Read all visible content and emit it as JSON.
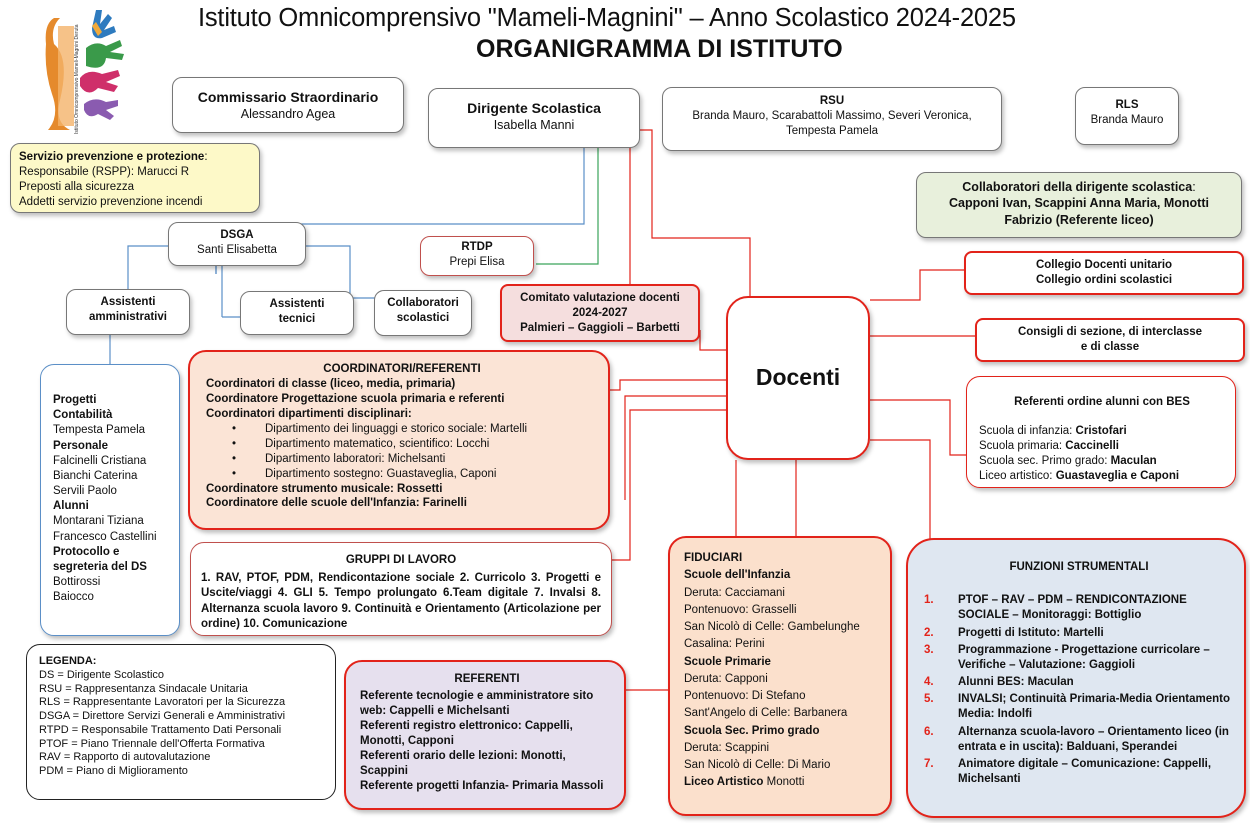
{
  "header": {
    "title": "Istituto Omnicomprensivo \"Mameli-Magnini\" – Anno Scolastico 2024-2025",
    "subtitle": "ORGANIGRAMMA DI ISTITUTO",
    "logo_text": "Istituto Omnicomprensivo Mameli-Magnini Deruta"
  },
  "commissario": {
    "title": "Commissario Straordinario",
    "name": "Alessandro Agea"
  },
  "dirigente": {
    "title": "Dirigente Scolastica",
    "name": "Isabella Manni"
  },
  "rsu": {
    "title": "RSU",
    "names": "Branda Mauro, Scarabattoli Massimo, Severi Veronica, Tempesta Pamela"
  },
  "rls": {
    "title": "RLS",
    "name": "Branda Mauro"
  },
  "spp": {
    "title": "Servizio prevenzione e protezione",
    "lines": [
      "Responsabile (RSPP): Marucci R",
      "Preposti alla sicurezza",
      "Addetti servizio prevenzione incendi"
    ]
  },
  "collaboratori_ds": {
    "title": "Collaboratori della dirigente scolastica",
    "names": "Capponi Ivan, Scappini Anna Maria, Monotti Fabrizio (Referente liceo)"
  },
  "dsga": {
    "title": "DSGA",
    "name": "Santi Elisabetta"
  },
  "rtdp": {
    "title": "RTDP",
    "name": "Prepi Elisa"
  },
  "comitato": {
    "line1": "Comitato valutazione docenti",
    "line2": "2024-2027",
    "line3": "Palmieri – Gaggioli – Barbetti"
  },
  "assistenti_amm": {
    "line1": "Assistenti",
    "line2": "amministrativi"
  },
  "assistenti_tec": {
    "line1": "Assistenti",
    "line2": "tecnici"
  },
  "collab_scol": {
    "line1": "Collaboratori",
    "line2": "scolastici"
  },
  "docenti": {
    "label": "Docenti"
  },
  "collegio": {
    "line1": "Collegio Docenti unitario",
    "line2": "Collegio ordini scolastici"
  },
  "consigli": {
    "line1": "Consigli di sezione, di interclasse",
    "line2": "e di classe"
  },
  "bes": {
    "title": "Referenti ordine alunni con BES",
    "rows": [
      {
        "label": "Scuola di infanzia: ",
        "value": "Cristofari"
      },
      {
        "label": "Scuola primaria: ",
        "value": "Caccinelli"
      },
      {
        "label": "Scuola sec. Primo grado: ",
        "value": "Maculan"
      },
      {
        "label": "Liceo artistico: ",
        "value": "Guastaveglia e Caponi"
      }
    ]
  },
  "uffici": {
    "progetti": "Progetti",
    "contabilita": "Contabilità",
    "contabilita_name": "Tempesta Pamela",
    "personale": "Personale",
    "personale_names": [
      "Falcinelli Cristiana",
      "Bianchi Caterina",
      "Servili Paolo"
    ],
    "alunni": "Alunni",
    "alunni_names": [
      "Montarani Tiziana",
      "Francesco Castellini"
    ],
    "protocollo": "Protocollo e segreteria del DS",
    "protocollo_names": [
      "Bottirossi",
      "Baiocco"
    ]
  },
  "coordinatori": {
    "title": "COORDINATORI/REFERENTI",
    "l1": "Coordinatori di classe (liceo, media, primaria)",
    "l2": "Coordinatore Progettazione scuola primaria e referenti",
    "l3": "Coordinatori dipartimenti disciplinari:",
    "bullets": [
      "Dipartimento dei linguaggi e storico sociale: Martelli",
      "Dipartimento matematico, scientifico: Locchi",
      "Dipartimento laboratori: Michelsanti",
      "Dipartimento sostegno: Guastaveglia, Caponi"
    ],
    "l4": "Coordinatore strumento musicale: Rossetti",
    "l5": "Coordinatore delle scuole dell'Infanzia: Farinelli"
  },
  "gruppi": {
    "title": "GRUPPI DI LAVORO",
    "text": "1. RAV, PTOF, PDM, Rendicontazione sociale 2. Curricolo 3. Progetti e Uscite/viaggi 4. GLI 5. Tempo prolungato 6.Team digitale 7. Invalsi 8. Alternanza scuola lavoro 9. Continuità e Orientamento (Articolazione per ordine) 10. Comunicazione"
  },
  "legenda": {
    "title": "LEGENDA:",
    "items": [
      "DS = Dirigente Scolastico",
      "RSU = Rappresentanza Sindacale Unitaria",
      "RLS = Rappresentante Lavoratori per la Sicurezza",
      "DSGA = Direttore Servizi Generali e Amministrativi",
      "RTPD = Responsabile Trattamento Dati Personali",
      "PTOF = Piano Triennale dell'Offerta Formativa",
      "RAV = Rapporto di autovalutazione",
      "PDM = Piano di Miglioramento"
    ]
  },
  "referenti": {
    "title": "REFERENTI",
    "items": [
      "Referente tecnologie e amministratore sito web: Cappelli e Michelsanti",
      "Referenti registro elettronico: Cappelli, Monotti, Capponi",
      "Referenti orario delle lezioni: Monotti, Scappini",
      "Referente progetti Infanzia- Primaria Massoli"
    ]
  },
  "fiduciari": {
    "title": "FIDUCIARI",
    "s1": "Scuole dell'Infanzia",
    "s1_items": [
      "Deruta: Cacciamani",
      "Pontenuovo: Grasselli",
      "San Nicolò di Celle: Gambelunghe",
      "Casalina: Perini"
    ],
    "s2": "Scuole Primarie",
    "s2_items": [
      "Deruta: Capponi",
      "Pontenuovo: Di Stefano",
      "Sant'Angelo di Celle: Barbanera"
    ],
    "s3": "Scuola Sec. Primo grado",
    "s3_items": [
      "Deruta: Scappini",
      "San Nicolò di Celle: Di Mario"
    ],
    "s4": "Liceo Artistico",
    "s4_name": "Monotti"
  },
  "funzioni": {
    "title": "FUNZIONI STRUMENTALI",
    "items": [
      {
        "n": "1.",
        "text": "PTOF – RAV – PDM – RENDICONTAZIONE SOCIALE – Monitoraggi: Bottiglio"
      },
      {
        "n": "2.",
        "text": "Progetti di Istituto: Martelli"
      },
      {
        "n": "3.",
        "text": "Programmazione - Progettazione curricolare – Verifiche – Valutazione: Gaggioli"
      },
      {
        "n": "4.",
        "text": "Alunni BES: Maculan"
      },
      {
        "n": "5.",
        "text": "INVALSI; Continuità Primaria-Media Orientamento Media: Indolfi"
      },
      {
        "n": "6.",
        "text": "Alternanza scuola-lavoro – Orientamento liceo (in entrata e in uscita): Balduani, Sperandei"
      },
      {
        "n": "7.",
        "text": "Animatore digitale – Comunicazione: Cappelli, Michelsanti"
      }
    ]
  },
  "colors": {
    "red": "#e2231a",
    "blue_line": "#5b8fc7",
    "green_line": "#3aa35a",
    "spp_bg": "#fdf9c8",
    "collab_bg": "#e8f0dc",
    "coord_bg": "#fbe4d6",
    "gruppi_bg": "#ffffff",
    "referenti_bg": "#e6e0ee",
    "fiduciari_bg": "#fbe0cc",
    "funzioni_bg": "#dfe7f1",
    "comitato_bg": "#f5dede"
  }
}
